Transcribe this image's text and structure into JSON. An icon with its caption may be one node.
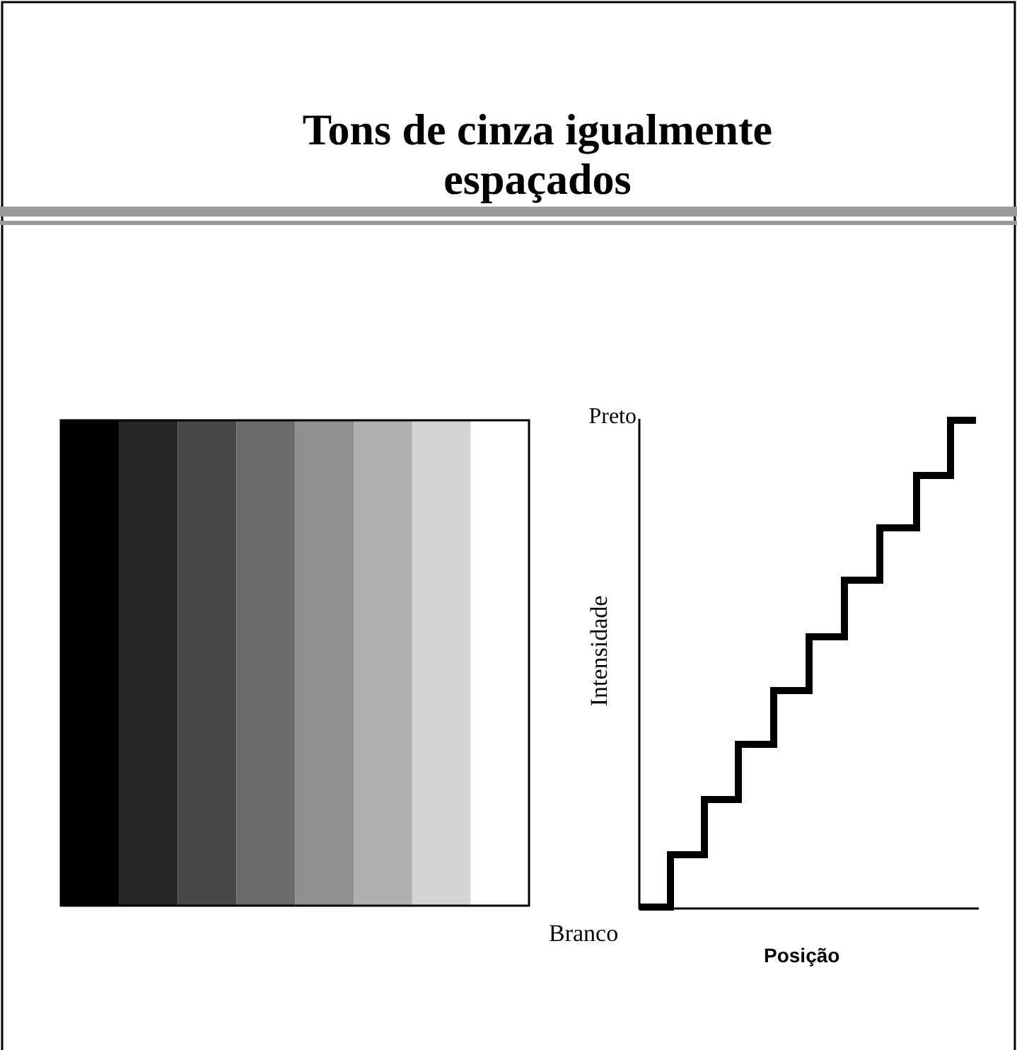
{
  "diagram": {
    "title": "Tons de cinza igualmente espaçados",
    "labels": [
      "Preto",
      "Intensidade",
      "Branco",
      "Posição"
    ]
  }
}
